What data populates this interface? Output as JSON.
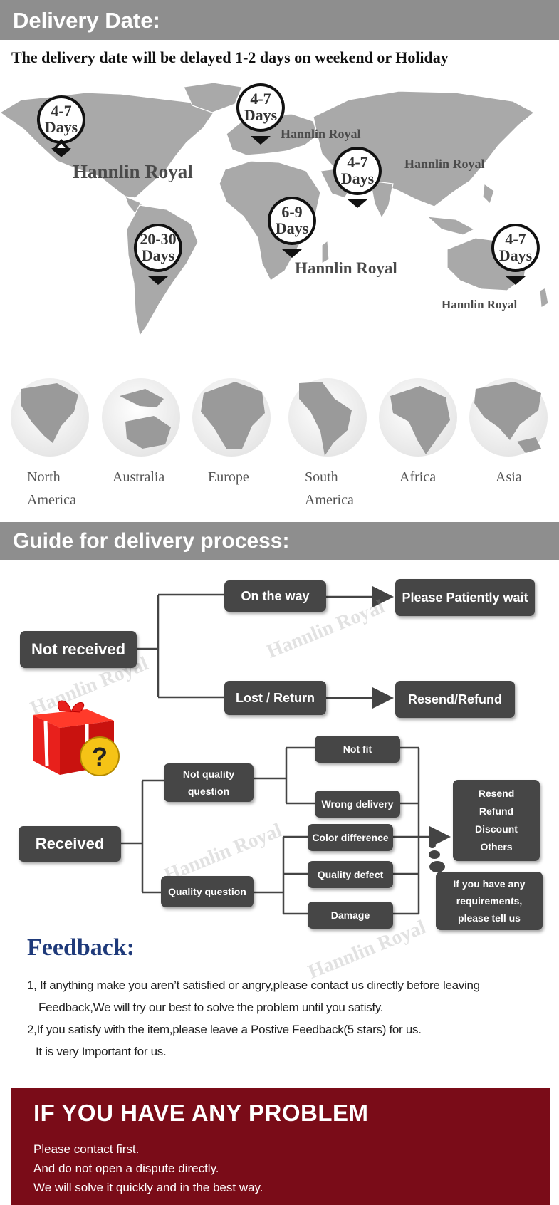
{
  "headers": {
    "delivery_date": "Delivery Date:",
    "guide": "Guide for delivery process:"
  },
  "delivery_note": "The delivery date will be delayed 1-2 days on weekend or Holiday",
  "pins": [
    {
      "range": "4-7",
      "unit": "Days"
    },
    {
      "range": "4-7",
      "unit": "Days"
    },
    {
      "range": "4-7",
      "unit": "Days"
    },
    {
      "range": "20-30",
      "unit": "Days"
    },
    {
      "range": "6-9",
      "unit": "Days"
    },
    {
      "range": "4-7",
      "unit": "Days"
    }
  ],
  "brand": "Hannlin Royal",
  "regions": [
    {
      "line1": "North",
      "line2": "America"
    },
    {
      "line1": "Australia",
      "line2": ""
    },
    {
      "line1": "Europe",
      "line2": ""
    },
    {
      "line1": "South",
      "line2": "America"
    },
    {
      "line1": "Africa",
      "line2": ""
    },
    {
      "line1": "Asia",
      "line2": ""
    }
  ],
  "flow": {
    "not_received": "Not received",
    "on_the_way": "On the way",
    "please_wait": "Please Patiently wait",
    "lost_return": "Lost / Return",
    "resend_refund": "Resend/Refund",
    "received": "Received",
    "not_quality_line1": "Not quality",
    "not_quality_line2": "question",
    "quality_question": "Quality question",
    "not_fit": "Not fit",
    "wrong_delivery": "Wrong delivery",
    "color_difference": "Color difference",
    "quality_defect": "Quality defect",
    "damage": "Damage",
    "options": [
      "Resend",
      "Refund",
      "Discount",
      "Others"
    ],
    "requirements": [
      "If you have any",
      "requirements,",
      "please tell us"
    ]
  },
  "feedback": {
    "title": "Feedback:",
    "lines": [
      "1, If anything make you aren’t satisfied or angry,please contact us directly before leaving",
      "Feedback,We will try our best to solve the problem until you satisfy.",
      "2,If you satisfy with the item,please leave a Postive Feedback(5 stars) for us.",
      "It is very Important for us."
    ]
  },
  "problem": {
    "title": "IF YOU HAVE ANY PROBLEM",
    "lines": [
      "Please contact first.",
      "And do not open a dispute directly.",
      "We will solve it quickly and in the best way."
    ]
  },
  "colors": {
    "header_band": "#8e8e8e",
    "box": "#464646",
    "feedback_title": "#1f3a7a",
    "problem_bg": "#7a0c18",
    "gift_red": "#e8201c",
    "question_yellow": "#f5c316"
  }
}
